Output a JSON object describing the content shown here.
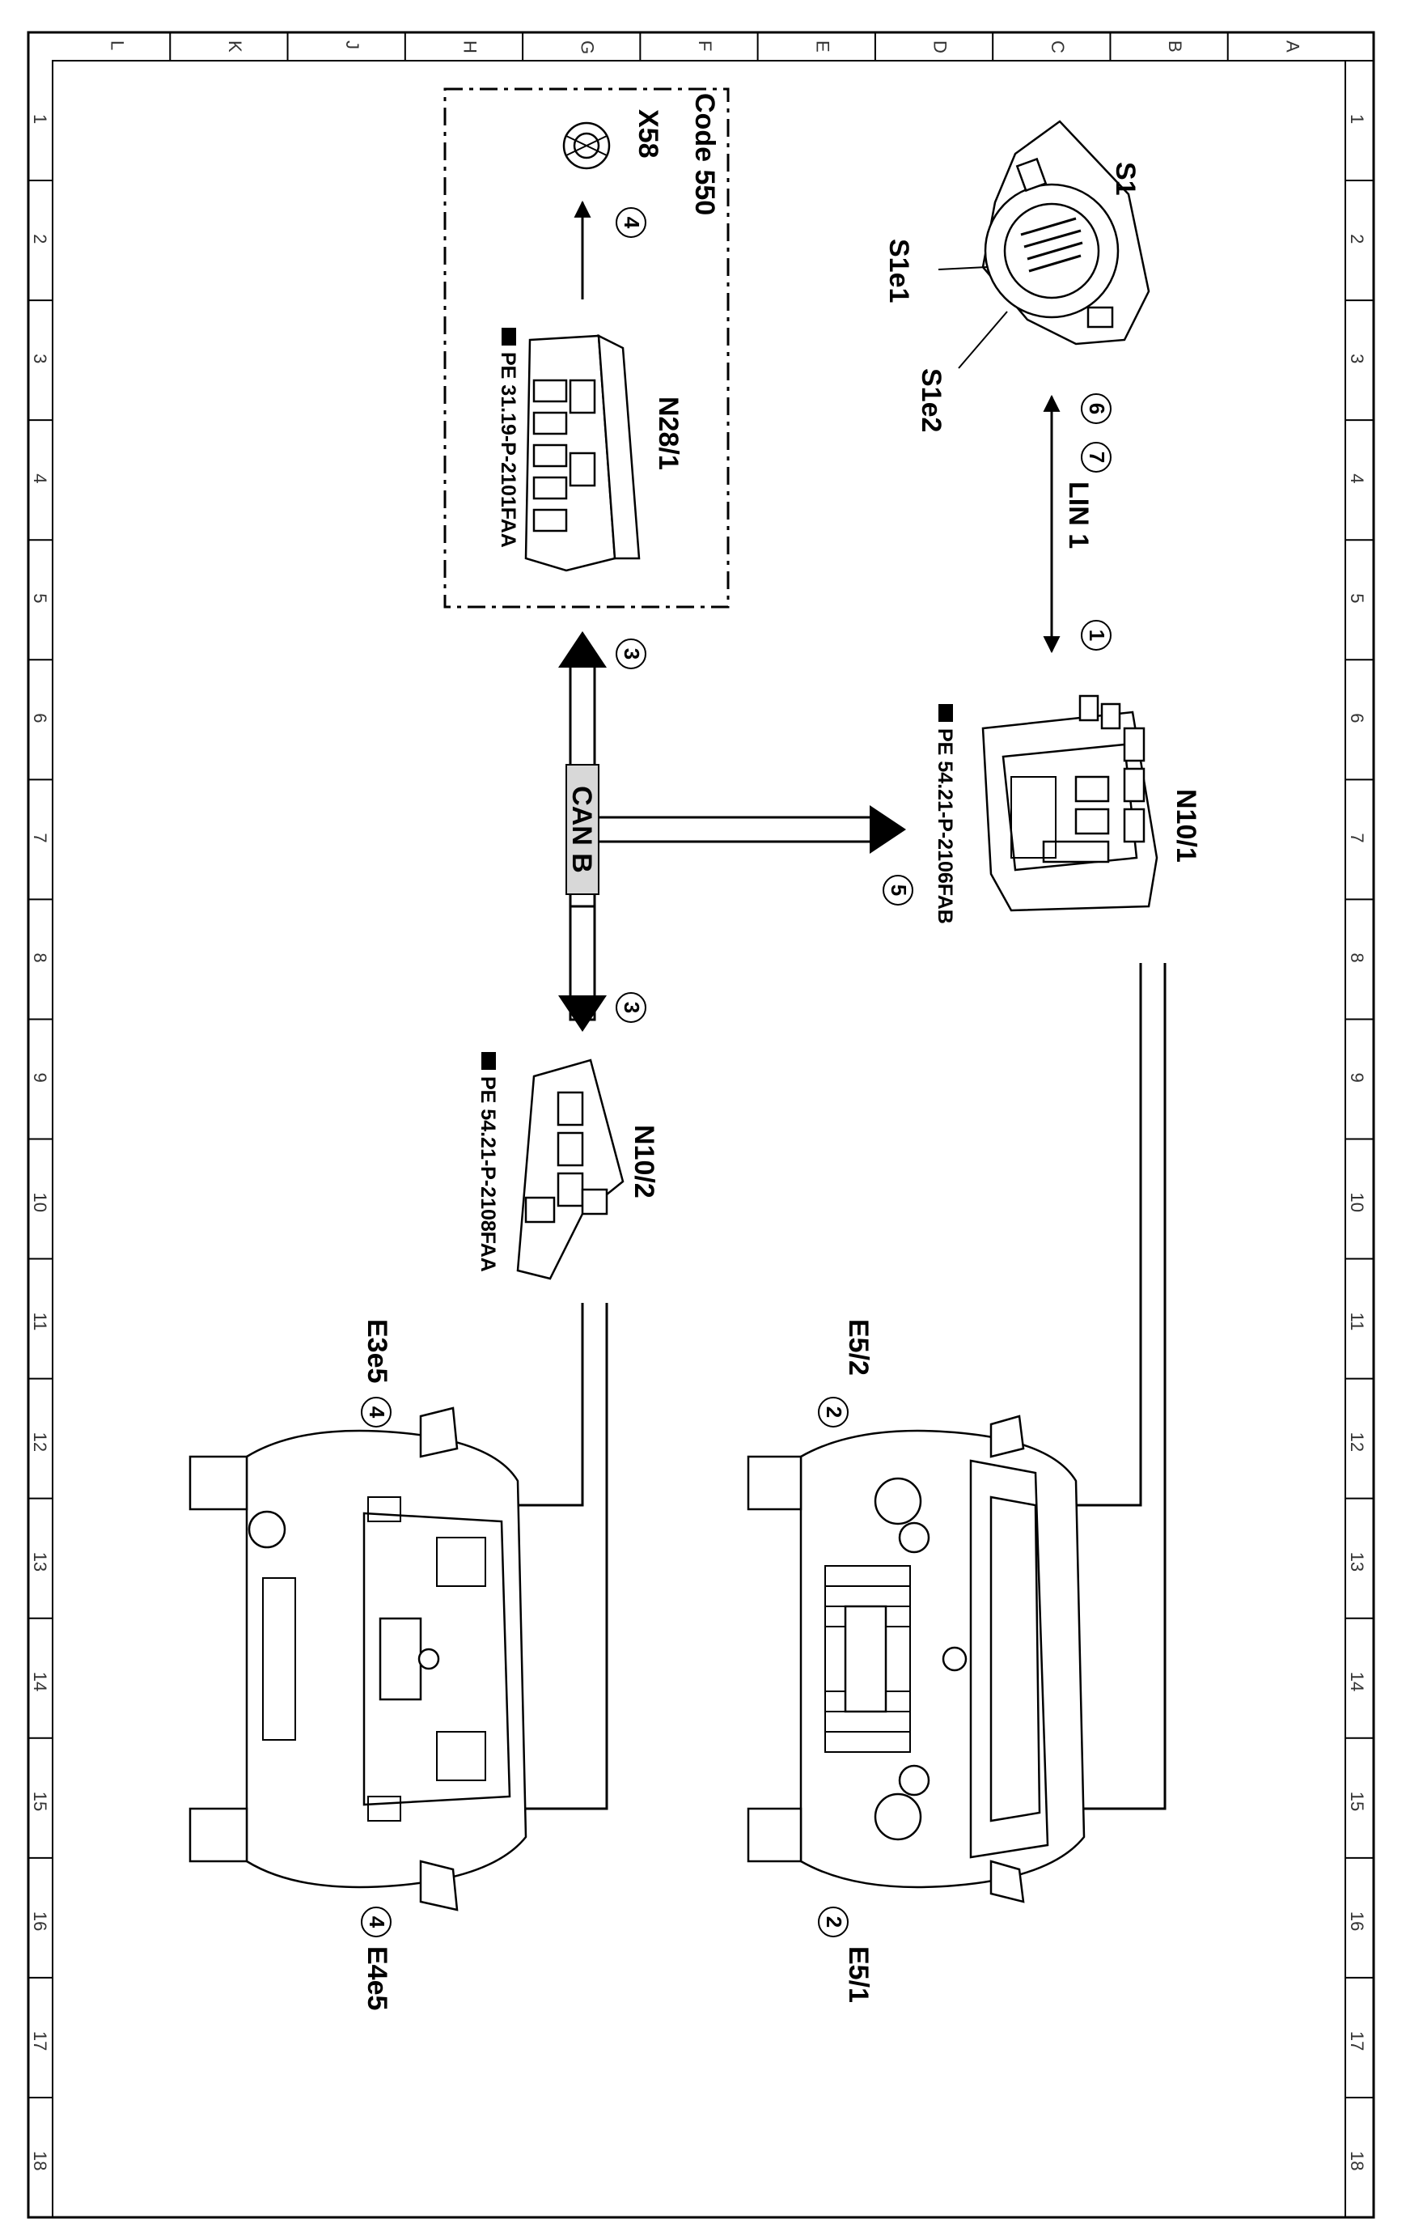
{
  "frame": {
    "col_labels": [
      "L",
      "K",
      "J",
      "H",
      "G",
      "F",
      "E",
      "D",
      "C",
      "B",
      "A"
    ],
    "row_labels": [
      "1",
      "2",
      "3",
      "4",
      "5",
      "6",
      "7",
      "8",
      "9",
      "10",
      "11",
      "12",
      "13",
      "14",
      "15",
      "16",
      "17",
      "18"
    ]
  },
  "components": {
    "s1": "S1",
    "s1e1": "S1e1",
    "s1e2": "S1e2",
    "n10_1": "N10/1",
    "n10_1_ref": "PE 54.21-P-2106FAB",
    "n10_2": "N10/2",
    "n10_2_ref": "PE 54.21-P-2108FAA",
    "n28_1": "N28/1",
    "n28_1_ref": "PE 31.19-P-2101FAA",
    "x58": "X58",
    "code_box": "Code 550",
    "e5_2": "E5/2",
    "e5_1": "E5/1",
    "e3e5": "E3e5",
    "e4e5": "E4e5"
  },
  "bus": {
    "lin": "LIN 1",
    "can": "CAN B"
  },
  "markers": {
    "m1": "1",
    "m2a": "2",
    "m2b": "2",
    "m3a": "3",
    "m3b": "3",
    "m4a": "4",
    "m4b": "4",
    "m4c": "4",
    "m5": "5",
    "m6": "6",
    "m7": "7"
  }
}
